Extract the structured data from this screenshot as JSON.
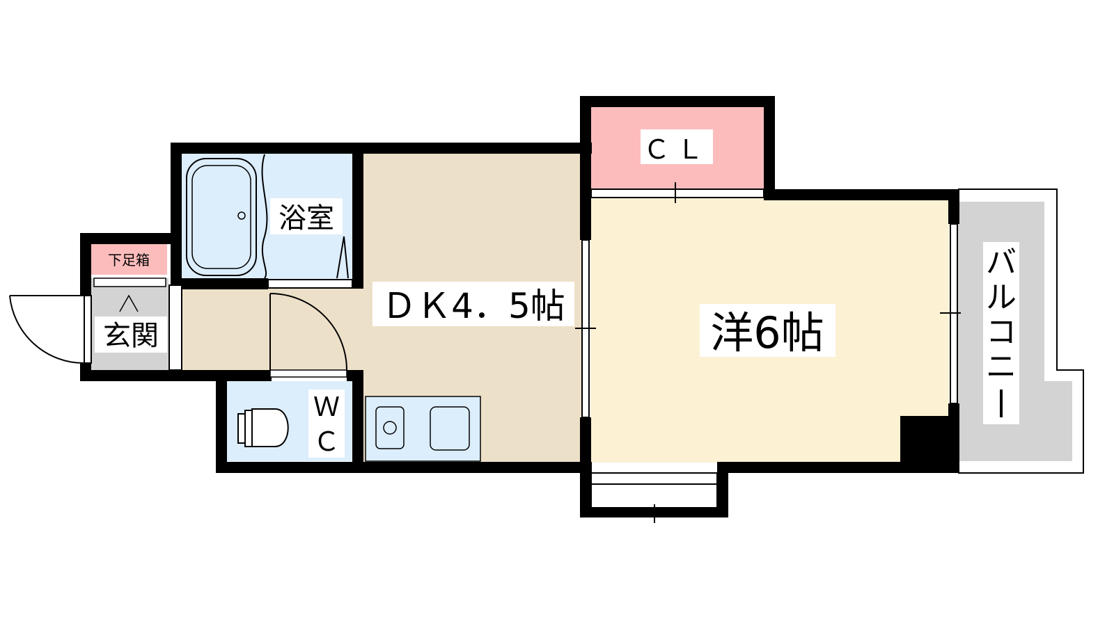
{
  "colors": {
    "wall": "#000000",
    "room_dk": "#ede0c9",
    "room_western": "#fdf1d4",
    "closet": "#fcbcbc",
    "shoe_box": "#fcbcbc",
    "water": "#dcedfc",
    "balcony": "#d3d3d3",
    "entrance": "#d3d3d3"
  },
  "rooms": {
    "closet": {
      "label": "ＣＬ"
    },
    "bath": {
      "label": "浴室"
    },
    "shoe_box": {
      "label": "下足箱"
    },
    "entrance": {
      "label": "玄関"
    },
    "dk": {
      "label": "ＤＫ4．5帖"
    },
    "western": {
      "label": "洋6帖"
    },
    "wc": {
      "label_top": "Ｗ",
      "label_bottom": "Ｃ"
    },
    "balcony": {
      "label_chars": [
        "バ",
        "ル",
        "コ",
        "ニ",
        "ー"
      ]
    }
  }
}
